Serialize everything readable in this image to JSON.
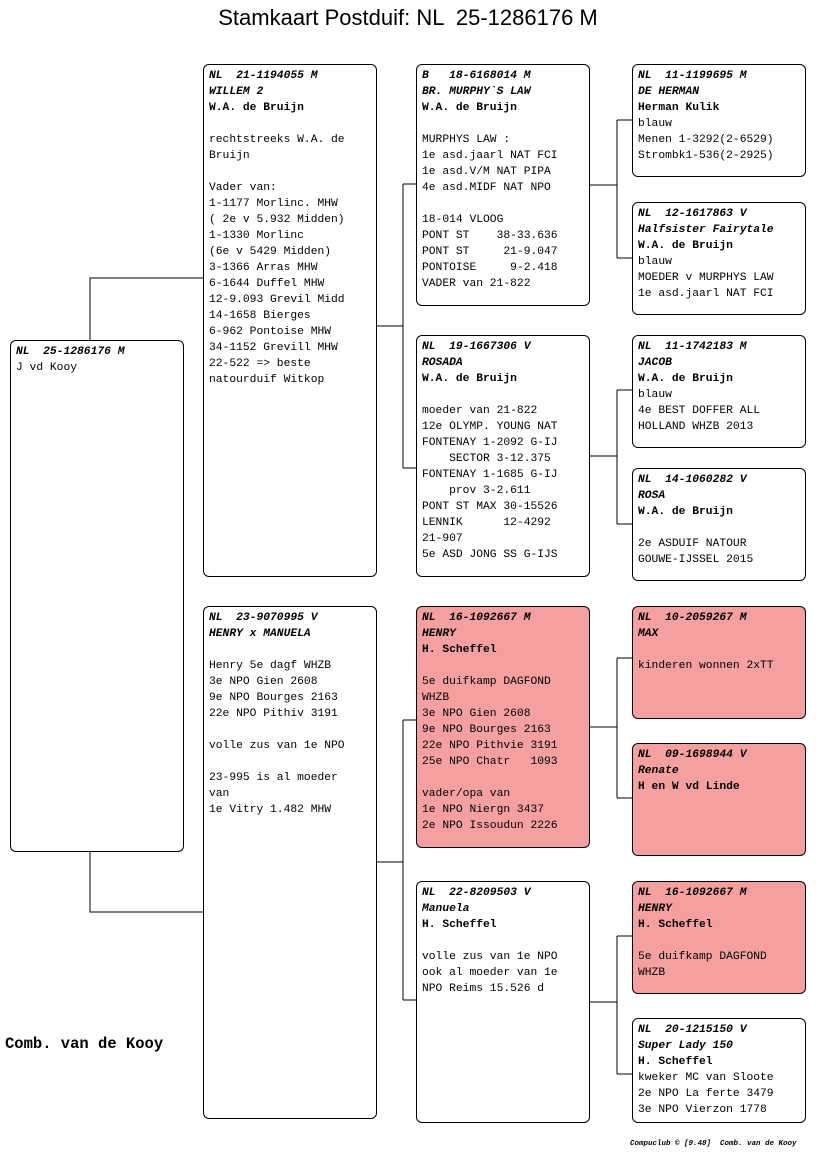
{
  "title": "Stamkaart Postduif: NL  25-1286176 M",
  "club": "Comb. van de Kooy",
  "footer": "Compuclub © [9.48]  Comb. van de Kooy",
  "colors": {
    "highlight": "#f5a0a0",
    "border": "#000000"
  },
  "pigeons": [
    {
      "ring": "NL  25-1286176 M",
      "name": "",
      "owner": "",
      "notes": "J vd Kooy"
    },
    {
      "ring": "NL  21-1194055 M",
      "name": "WILLEM 2",
      "owner": "W.A. de Bruijn",
      "notes": "\nrechtstreeks W.A. de\nBruijn\n\nVader van:\n1-1177 Morlinc. MHW\n( 2e v 5.932 Midden)\n1-1330 Morlinc\n(6e v 5429 Midden)\n3-1366 Arras MHW\n6-1644 Duffel MHW\n12-9.093 Grevil Midd\n14-1658 Bierges\n6-962 Pontoise MHW\n34-1152 Grevill MHW\n22-522 => beste\nnatourduif Witkop"
    },
    {
      "ring": "NL  23-9070995 V",
      "name": "HENRY x MANUELA",
      "owner": "",
      "notes": "\nHenry 5e dagf WHZB\n3e NPO Gien 2608\n9e NPO Bourges 2163\n22e NPO Pithiv 3191\n\nvolle zus van 1e NPO\n\n23-995 is al moeder\nvan\n1e Vitry 1.482 MHW"
    },
    {
      "ring": "B   18-6168014 M",
      "name": "BR. MURPHY`S LAW",
      "owner": "W.A. de Bruijn",
      "notes": "\nMURPHYS LAW :\n1e asd.jaarl NAT FCI\n1e asd.V/M NAT PIPA\n4e asd.MIDF NAT NPO\n\n18-014 VLOOG\nPONT ST    38-33.636\nPONT ST     21-9.047\nPONTOISE     9-2.418\nVADER van 21-822"
    },
    {
      "ring": "NL  19-1667306 V",
      "name": "ROSADA",
      "owner": "W.A. de Bruijn",
      "notes": "\nmoeder van 21-822\n12e OLYMP. YOUNG NAT\nFONTENAY 1-2092 G-IJ\n    SECTOR 3-12.375\nFONTENAY 1-1685 G-IJ\n    prov 3-2.611\nPONT ST MAX 30-15526\nLENNIK      12-4292\n21-907\n5e ASD JONG SS G-IJS"
    },
    {
      "ring": "NL  16-1092667 M",
      "name": "HENRY",
      "owner": "H. Scheffel",
      "notes": "\n5e duifkamp DAGFOND\nWHZB\n3e NPO Gien 2608\n9e NPO Bourges 2163\n22e NPO Pithvie 3191\n25e NPO Chatr   1093\n\nvader/opa van\n1e NPO Niergn 3437\n2e NPO Issoudun 2226"
    },
    {
      "ring": "NL  22-8209503 V",
      "name": "Manuela",
      "owner": "H. Scheffel",
      "notes": "\nvolle zus van 1e NPO\nook al moeder van 1e\nNPO Reims 15.526 d"
    },
    {
      "ring": "NL  11-1199695 M",
      "name": "DE HERMAN",
      "owner": "Herman Kulik",
      "notes": "blauw\nMenen 1-3292(2-6529)\nStrombk1-536(2-2925)"
    },
    {
      "ring": "NL  12-1617863 V",
      "name": "Halfsister Fairytale",
      "owner": "W.A. de Bruijn",
      "notes": "blauw\nMOEDER v MURPHYS LAW\n1e asd.jaarl NAT FCI"
    },
    {
      "ring": "NL  11-1742183 M",
      "name": "JACOB",
      "owner": "W.A. de Bruijn",
      "notes": "blauw\n4e BEST DOFFER ALL\nHOLLAND WHZB 2013"
    },
    {
      "ring": "NL  14-1060282 V",
      "name": "ROSA",
      "owner": "W.A. de Bruijn",
      "notes": "\n2e ASDUIF NATOUR\nGOUWE-IJSSEL 2015"
    },
    {
      "ring": "NL  10-2059267 M",
      "name": "MAX",
      "owner": "",
      "notes": "\nkinderen wonnen 2xTT"
    },
    {
      "ring": "NL  09-1698944 V",
      "name": "Renate",
      "owner": "H en W vd Linde",
      "notes": ""
    },
    {
      "ring": "NL  16-1092667 M",
      "name": "HENRY",
      "owner": "H. Scheffel",
      "notes": "\n5e duifkamp DAGFOND\nWHZB"
    },
    {
      "ring": "NL  20-1215150 V",
      "name": "Super Lady 150",
      "owner": "H. Scheffel",
      "notes": "kweker MC van Slootе\n2e NPO La ferte 3479\n3e NPO Vierzon 1778"
    }
  ]
}
